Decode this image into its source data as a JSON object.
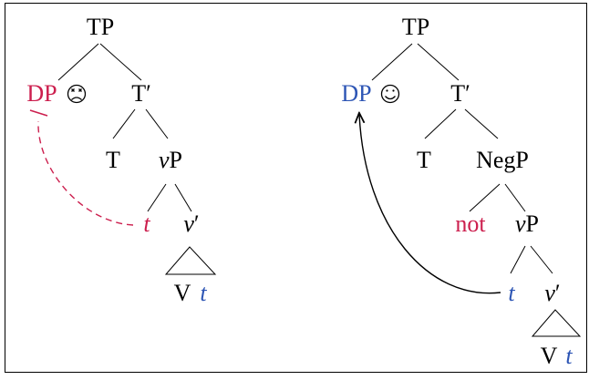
{
  "colors": {
    "ink": "#000000",
    "red": "#cc1f4e",
    "blue": "#2e56b5"
  },
  "icons": {
    "sad_face": "dizzy-sad-face-icon",
    "smiley_face": "smiley-face-icon"
  },
  "left_tree": {
    "root": "TP",
    "spec": "DP",
    "tbar": "T′",
    "t_head": "T",
    "vp": "vP",
    "trace": "t",
    "vbar": "v′",
    "v_head": "V",
    "obj_trace": "t"
  },
  "right_tree": {
    "root": "TP",
    "spec": "DP",
    "tbar": "T′",
    "t_head": "T",
    "negp": "NegP",
    "neg": "not",
    "vp": "vP",
    "trace": "t",
    "vbar": "v′",
    "v_head": "V",
    "obj_trace": "t"
  }
}
